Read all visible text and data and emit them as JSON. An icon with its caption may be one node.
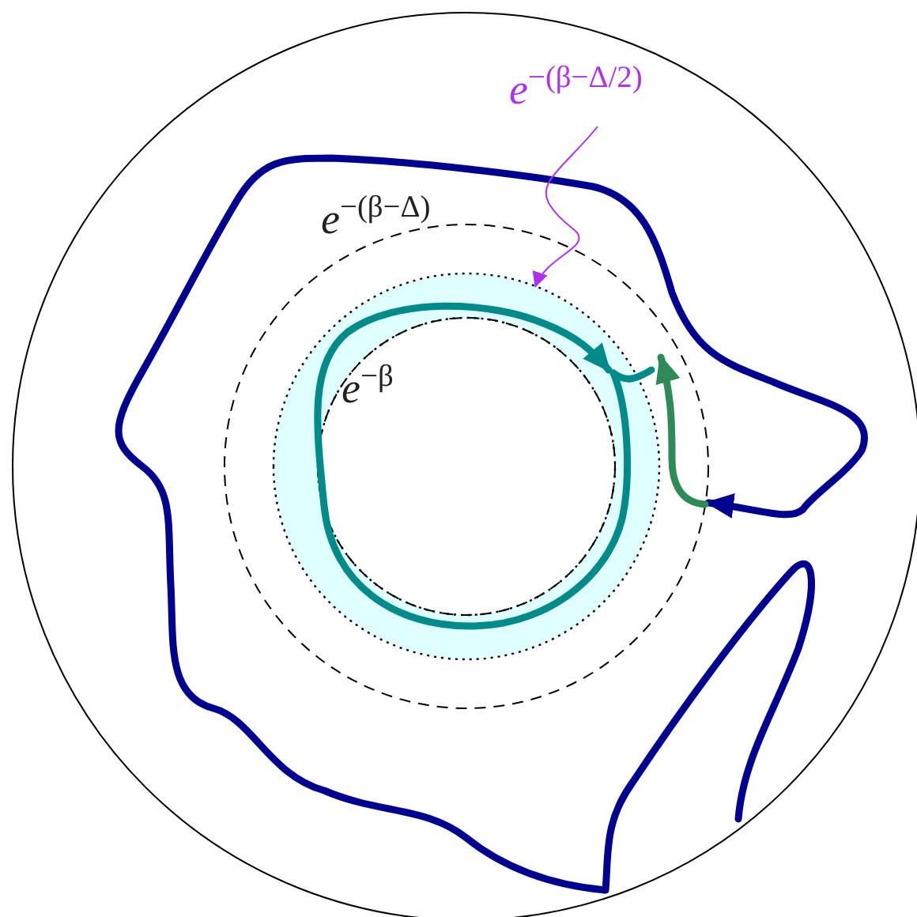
{
  "diagram": {
    "nodes": [
      {
        "text": [
          "e$^{−(β−Δ/2)}$"
        ]
      },
      {
        "text": [],
        "shape": "circle"
      }
    ],
    "edges": [
      {
        "from": 0,
        "to": 1,
        "arrow": "to",
        "color": "#b030f0"
      }
    ],
    "labels": [
      "e$^{−(β−Δ)}$",
      "e$^{−β}$"
    ]
  }
}
